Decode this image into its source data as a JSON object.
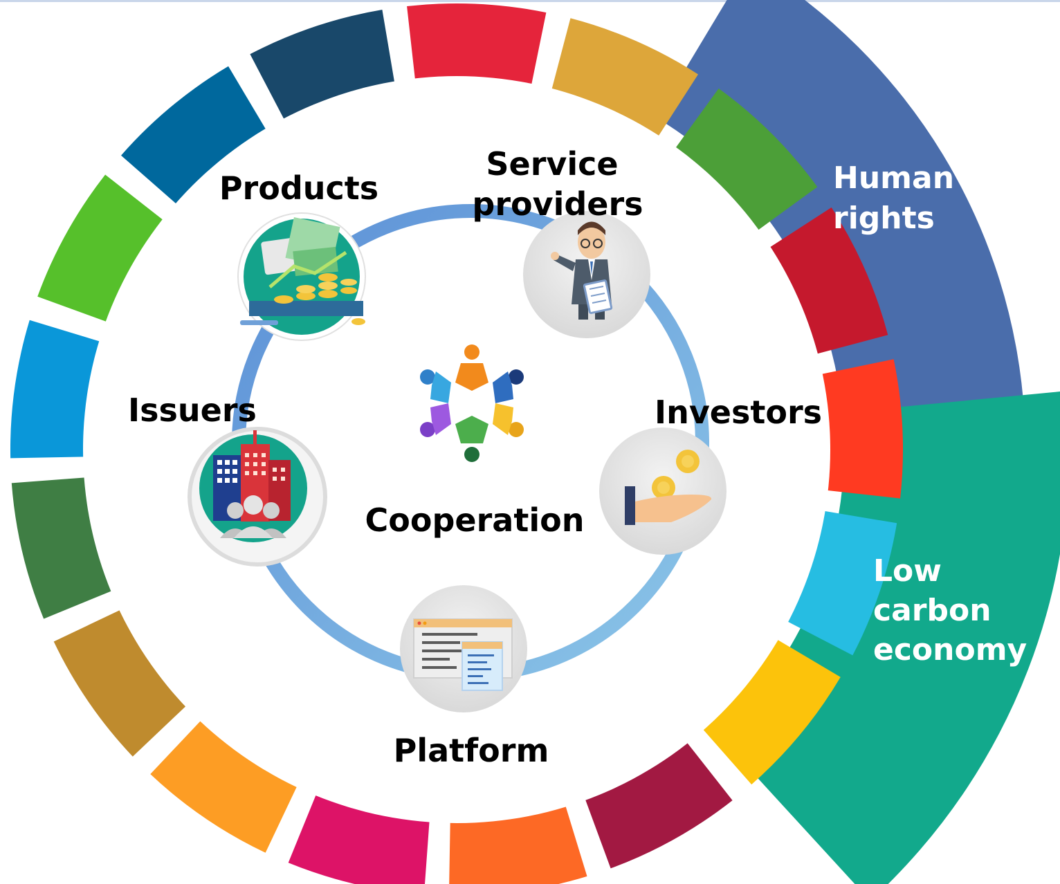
{
  "center": {
    "label": "Cooperation",
    "icon": "cooperation-people-icon"
  },
  "nodes": [
    {
      "id": "products",
      "label": "Products",
      "icon": "money-growth-icon"
    },
    {
      "id": "service-providers",
      "label_lines": [
        "Service",
        "providers"
      ],
      "icon": "businessman-clipboard-icon"
    },
    {
      "id": "investors",
      "label": "Investors",
      "icon": "hand-coins-icon"
    },
    {
      "id": "platform",
      "label": "Platform",
      "icon": "browser-windows-icon"
    },
    {
      "id": "issuers",
      "label": "Issuers",
      "icon": "buildings-people-icon"
    }
  ],
  "bands": [
    {
      "id": "human-rights",
      "label_lines": [
        "Human",
        "rights"
      ],
      "color": "#4a6dab"
    },
    {
      "id": "low-carbon-economy",
      "label_lines": [
        "Low",
        "carbon",
        "economy"
      ],
      "color": "#12a98c"
    }
  ],
  "sdg_segment_colors": [
    "#e5243b",
    "#dda63a",
    "#4c9f38",
    "#c5192d",
    "#ff3a21",
    "#26bde2",
    "#fcc30b",
    "#a21942",
    "#fd6925",
    "#dd1367",
    "#fd9d24",
    "#bf8b2e",
    "#3f7e44",
    "#0a97d9",
    "#56c02b",
    "#00689d",
    "#19486a"
  ],
  "colors": {
    "inner_ring": "#6fa0d8"
  }
}
